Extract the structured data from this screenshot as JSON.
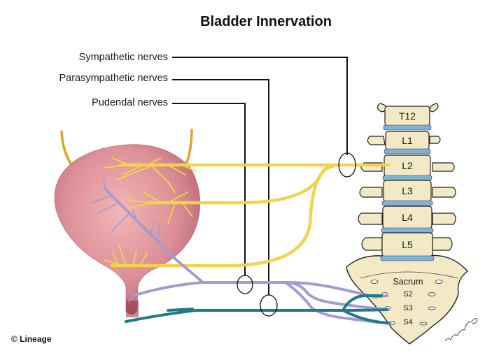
{
  "title": "Bladder Innervation",
  "labels": {
    "sympathetic": "Sympathetic nerves",
    "parasympathetic": "Parasympathetic nerves",
    "pudendal": "Pudendal nerves"
  },
  "vertebrae": [
    "T12",
    "L1",
    "L2",
    "L3",
    "L4",
    "L5"
  ],
  "sacrum": {
    "label": "Sacrum",
    "segments": [
      "S2",
      "S3",
      "S4"
    ]
  },
  "credit": "© Lineage",
  "colors": {
    "sympathetic": "#f2d44a",
    "parasympathetic": "#a49bd3",
    "pudendal": "#1f7a8c",
    "ureter": "#e6a21f",
    "bladder": "#d98a93",
    "bone": "#f3e9c4",
    "disc": "#7fb3d5",
    "leader": "#111111"
  }
}
